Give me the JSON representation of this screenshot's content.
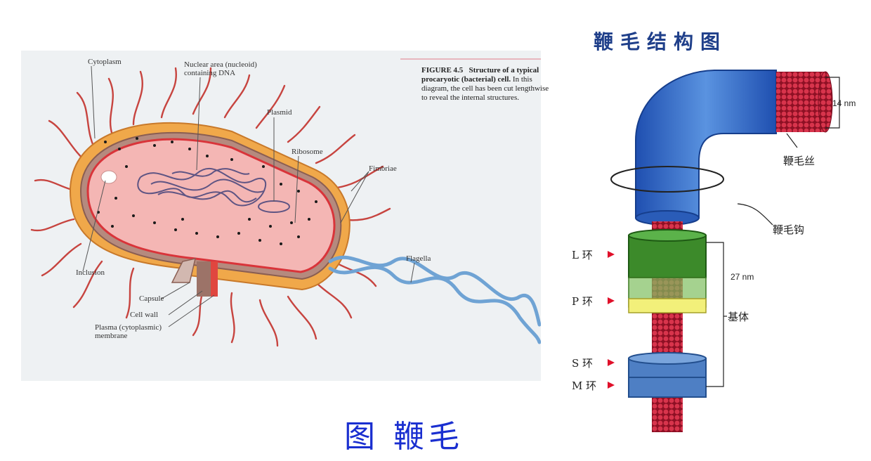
{
  "left_diagram": {
    "labels": {
      "cytoplasm": "Cytoplasm",
      "nuclear_area_1": "Nuclear area (nucleoid)",
      "nuclear_area_2": "containing DNA",
      "plasmid": "Plasmid",
      "ribosome": "Ribosome",
      "fimbriae": "Fimbriae",
      "flagella": "Flagella",
      "inclusion": "Inclusion",
      "capsule": "Capsule",
      "cell_wall": "Cell wall",
      "plasma_membrane_1": "Plasma (cytoplasmic)",
      "plasma_membrane_2": "membrane"
    },
    "caption": {
      "figure": "FIGURE 4.5",
      "title": "Structure of a typical procaryotic (bacterial) cell.",
      "body": "In this diagram, the cell has been cut lengthwise to reveal the internal structures."
    }
  },
  "right_diagram": {
    "title": "鞭毛结构图",
    "filament_width": "14 nm",
    "filament_label": "鞭毛丝",
    "hook_label": "鞭毛钩",
    "basal_height": "27 nm",
    "basal_label": "基体",
    "rings": [
      "L 环",
      "P 环",
      "S 环",
      "M 环"
    ]
  },
  "figure_title": "图  鞭毛",
  "colors": {
    "title_blue": "#1f3f8a",
    "caption_blue": "#1a2fd0",
    "hook_blue": "#2e66c9",
    "rod_red": "#c0213a",
    "ring_green": "#3c8a2a",
    "ring_yellow": "#f2f07a",
    "ring_blue": "#4e7fc4",
    "arrow_red": "#e0102a"
  }
}
